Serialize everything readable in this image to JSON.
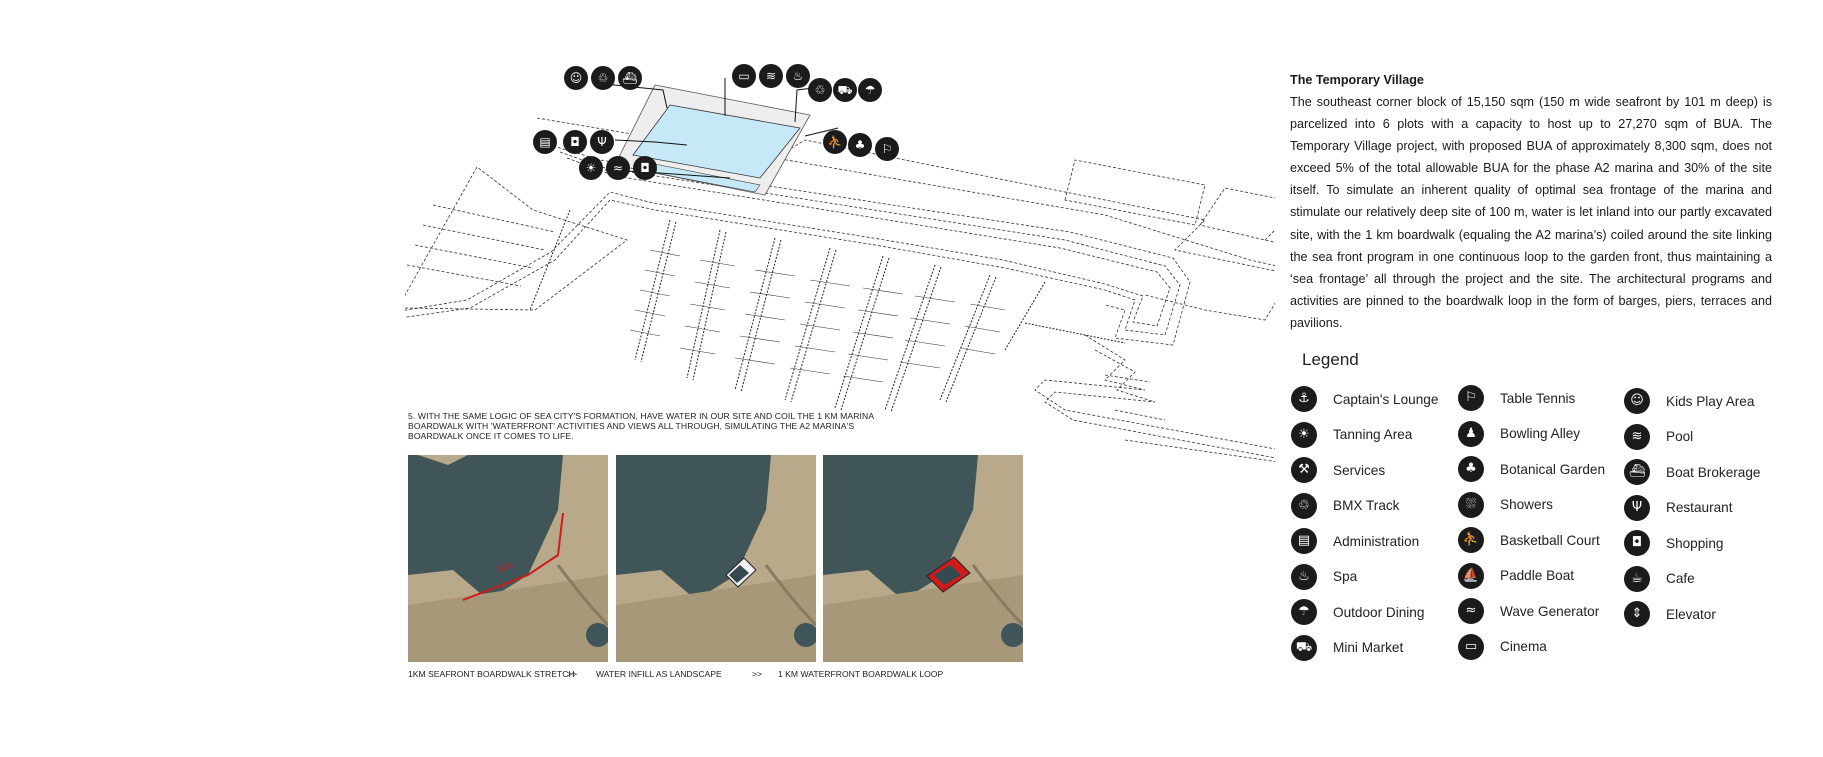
{
  "text": {
    "title": "The Temporary Village",
    "body": "The southeast corner block of 15,150 sqm (150 m wide seafront by 101 m deep) is parcelized into 6 plots with a capacity to host up to 27,270 sqm of BUA. The Temporary Village project, with proposed BUA of approximately 8,300 sqm, does not exceed 5% of the total allowable BUA for the phase A2 marina and 30% of the site itself. To simulate an inherent quality of optimal sea frontage of the marina and stimulate our relatively deep site of 100 m, water is let inland into our partly excavated site, with the 1 km boardwalk (equaling the A2 marina’s) coiled around the site linking the sea front program in one continuous loop to the garden front, thus maintaining a ‘sea frontage’ all through the project and the site. The architectural programs and activities are pinned to the boardwalk loop in the form of barges, piers, terraces and pavilions."
  },
  "caption": {
    "main": "5.  With the same logic of Sea City's formation, have water in our site and coil the 1 km marina boardwalk with 'waterfront' activities and views all through, simulating the A2 marina's boardwalk once it comes to life."
  },
  "photos": {
    "captions": [
      "1KM SEAFRONT BOARDWALK STRETCH",
      "WATER INFILL AS LANDSCAPE",
      "1 KM WATERFRONT BOARDWALK LOOP"
    ],
    "arrow": ">>",
    "overlay_label": "1km"
  },
  "legend": {
    "title": "Legend",
    "columns": [
      [
        {
          "label": "Captain's Lounge",
          "icon": "captain-icon",
          "glyph": "⚓"
        },
        {
          "label": "Tanning Area",
          "icon": "sun-icon",
          "glyph": "☀"
        },
        {
          "label": "Services",
          "icon": "services-icon",
          "glyph": "⚒"
        },
        {
          "label": "BMX Track",
          "icon": "bike-icon",
          "glyph": "♲"
        },
        {
          "label": "Administration",
          "icon": "admin-icon",
          "glyph": "▤"
        },
        {
          "label": "Spa",
          "icon": "spa-icon",
          "glyph": "♨"
        },
        {
          "label": "Outdoor Dining",
          "icon": "dining-icon",
          "glyph": "☂"
        },
        {
          "label": "Mini Market",
          "icon": "cart-icon",
          "glyph": "⛟"
        }
      ],
      [
        {
          "label": "Table Tennis",
          "icon": "table-tennis-icon",
          "glyph": "⚐"
        },
        {
          "label": "Bowling Alley",
          "icon": "bowling-icon",
          "glyph": "♟"
        },
        {
          "label": "Botanical Garden",
          "icon": "plant-icon",
          "glyph": "♣"
        },
        {
          "label": "Showers",
          "icon": "shower-icon",
          "glyph": "⛆"
        },
        {
          "label": "Basketball Court",
          "icon": "basketball-icon",
          "glyph": "⛹"
        },
        {
          "label": "Paddle Boat",
          "icon": "boat-icon",
          "glyph": "⛵"
        },
        {
          "label": "Wave Generator",
          "icon": "wave-icon",
          "glyph": "≈"
        },
        {
          "label": "Cinema",
          "icon": "cinema-icon",
          "glyph": "▭"
        }
      ],
      [
        {
          "label": "Kids Play Area",
          "icon": "kids-icon",
          "glyph": "☺"
        },
        {
          "label": "Pool",
          "icon": "pool-icon",
          "glyph": "≋"
        },
        {
          "label": "Boat Brokerage",
          "icon": "brokerage-icon",
          "glyph": "⛴"
        },
        {
          "label": "Restaurant",
          "icon": "restaurant-icon",
          "glyph": "Ψ"
        },
        {
          "label": "Shopping",
          "icon": "bag-icon",
          "glyph": "◘"
        },
        {
          "label": "Cafe",
          "icon": "cafe-icon",
          "glyph": "☕"
        },
        {
          "label": "Elevator",
          "icon": "elevator-icon",
          "glyph": "⇕"
        }
      ]
    ]
  },
  "colors": {
    "pool_water": "#c6e8f7",
    "sea": "#3f5558",
    "land": "#b8a98a",
    "boardwalk_red": "#d11a1a",
    "icon_fill": "#1b1b1b"
  }
}
